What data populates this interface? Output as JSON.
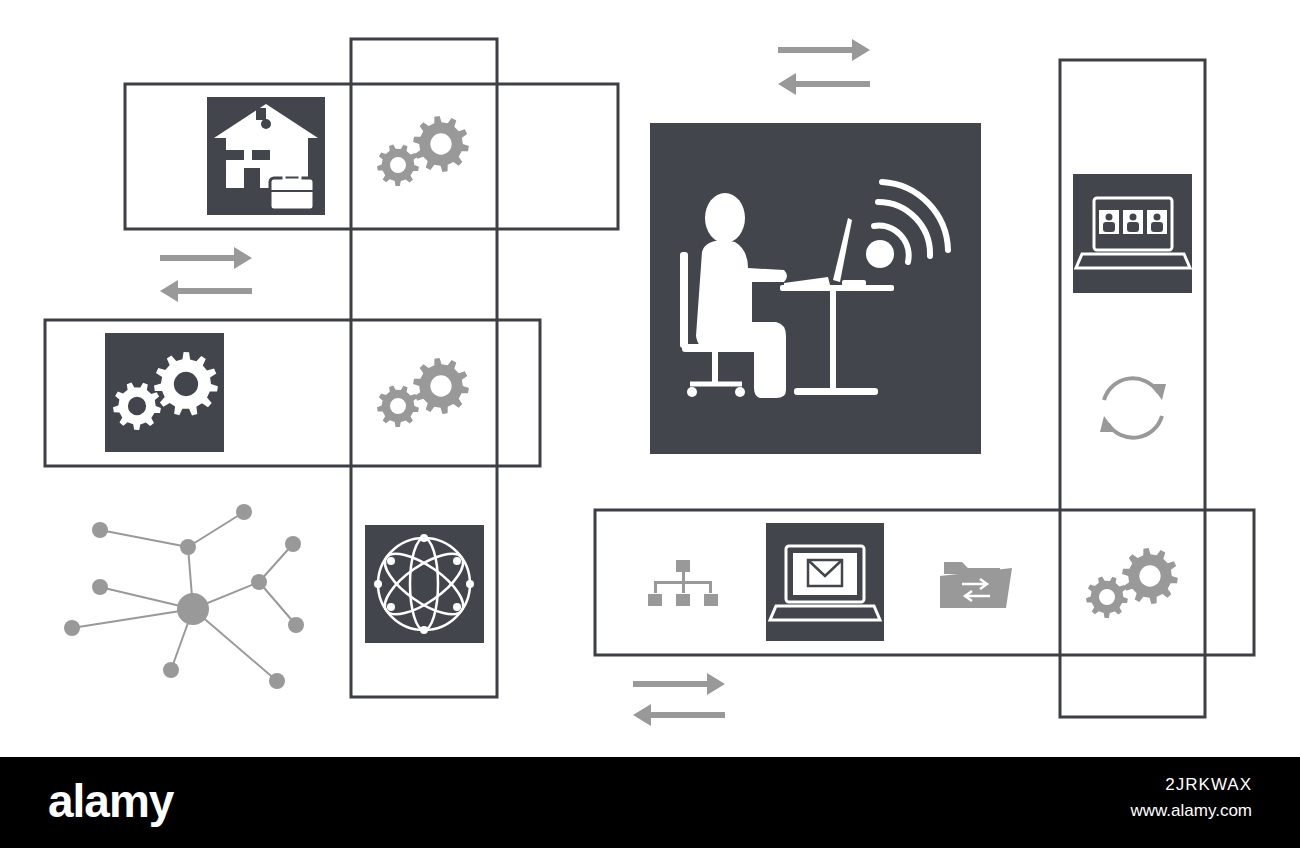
{
  "diagram": {
    "labels": [
      "alamy",
      "2JRKWAX",
      "www.alamy.com"
    ]
  }
}
